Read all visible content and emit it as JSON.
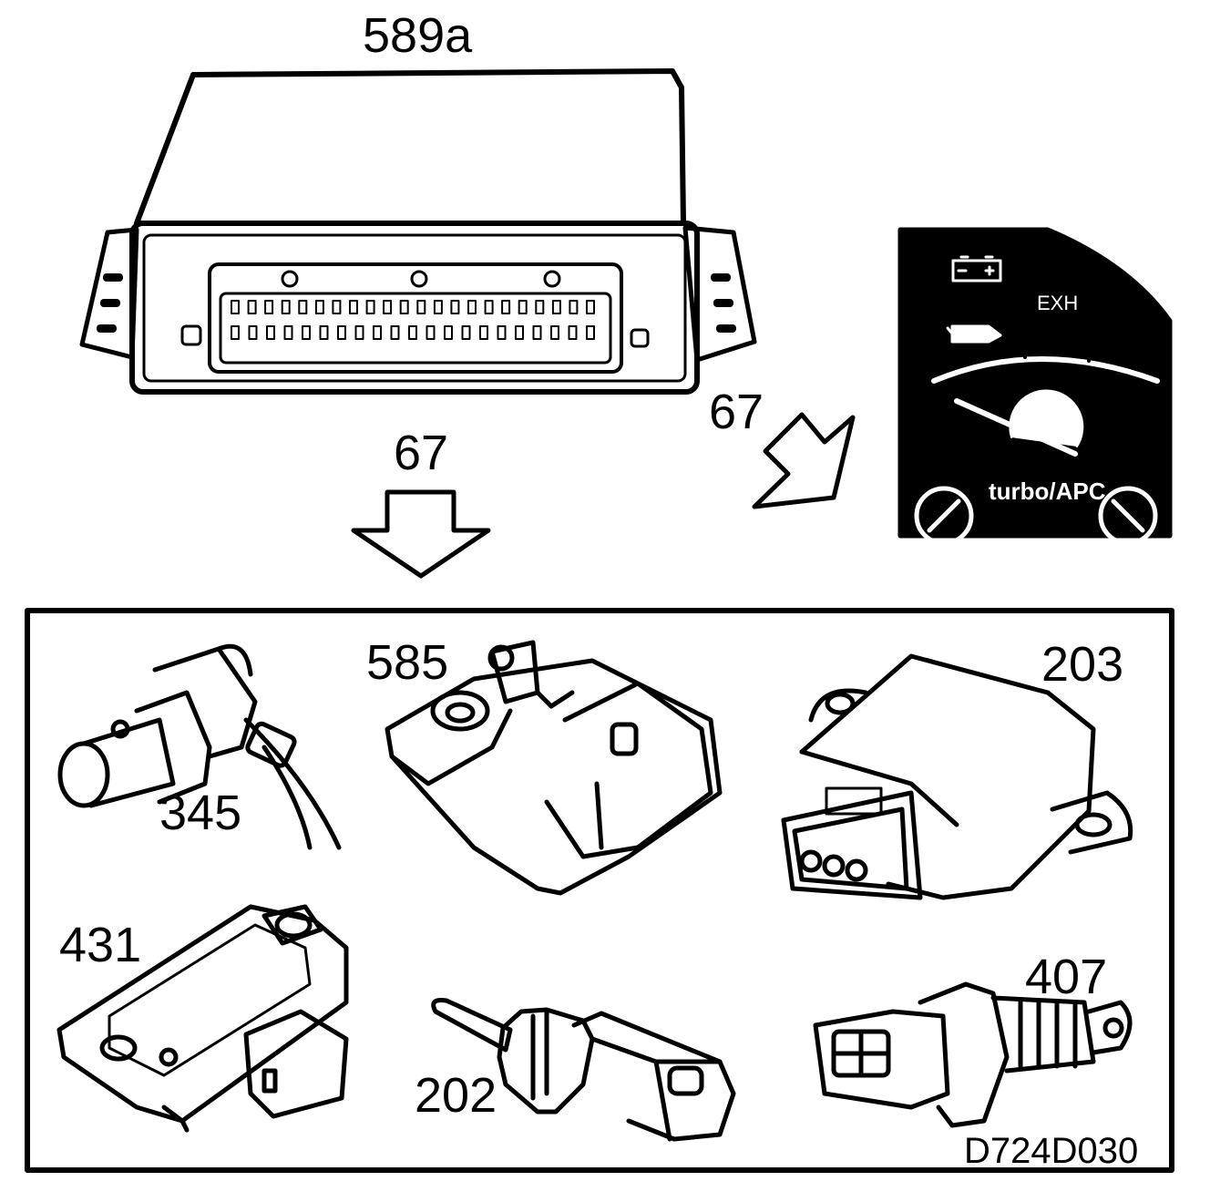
{
  "figure_code": "D724D030",
  "ecu": {
    "label": "589a"
  },
  "arrows": {
    "down_label": "67",
    "diagonal_label": "67"
  },
  "gauge": {
    "exh_label": "EXH",
    "turbo_label": "turbo/APC"
  },
  "components": [
    {
      "id": "345"
    },
    {
      "id": "585"
    },
    {
      "id": "203"
    },
    {
      "id": "431"
    },
    {
      "id": "202"
    },
    {
      "id": "407"
    }
  ]
}
